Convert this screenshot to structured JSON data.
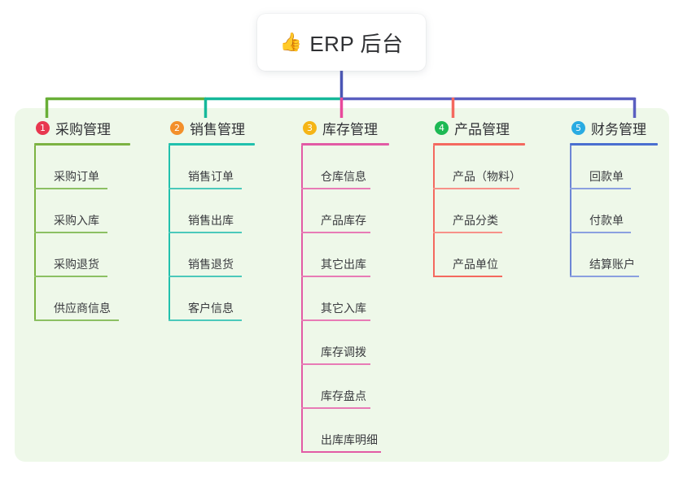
{
  "root": {
    "icon": "thumbs-up-icon",
    "icon_glyph": "👍",
    "title": "ERP 后台"
  },
  "palette": {
    "page_background": "#ffffff",
    "panel_background": "#eef8e9",
    "card_background": "#ffffff",
    "trunk": "#4a55b5",
    "bar_left": "#69af37",
    "bar_mid": "#15b89a",
    "bar_right": "#5a5fc0",
    "text": "#303135"
  },
  "columns": [
    {
      "index": "1",
      "title": "采购管理",
      "badge_color": "#e8384f",
      "line_color": "#7cb342",
      "items": [
        "采购订单",
        "采购入库",
        "采购退货",
        "供应商信息"
      ]
    },
    {
      "index": "2",
      "title": "销售管理",
      "badge_color": "#f3902b",
      "line_color": "#21c1ad",
      "items": [
        "销售订单",
        "销售出库",
        "销售退货",
        "客户信息"
      ]
    },
    {
      "index": "3",
      "title": "库存管理",
      "badge_color": "#f5b516",
      "line_color": "#e25ba5",
      "items": [
        "仓库信息",
        "产品库存",
        "其它出库",
        "其它入库",
        "库存调拨",
        "库存盘点",
        "出库库明细"
      ]
    },
    {
      "index": "4",
      "title": "产品管理",
      "badge_color": "#1db954",
      "line_color": "#f4695f",
      "items": [
        "产品（物料）",
        "产品分类",
        "产品单位"
      ]
    },
    {
      "index": "5",
      "title": "财务管理",
      "badge_color": "#29abe2",
      "line_color": "#6d86d6",
      "items": [
        "回款单",
        "付款单",
        "结算账户"
      ]
    }
  ]
}
